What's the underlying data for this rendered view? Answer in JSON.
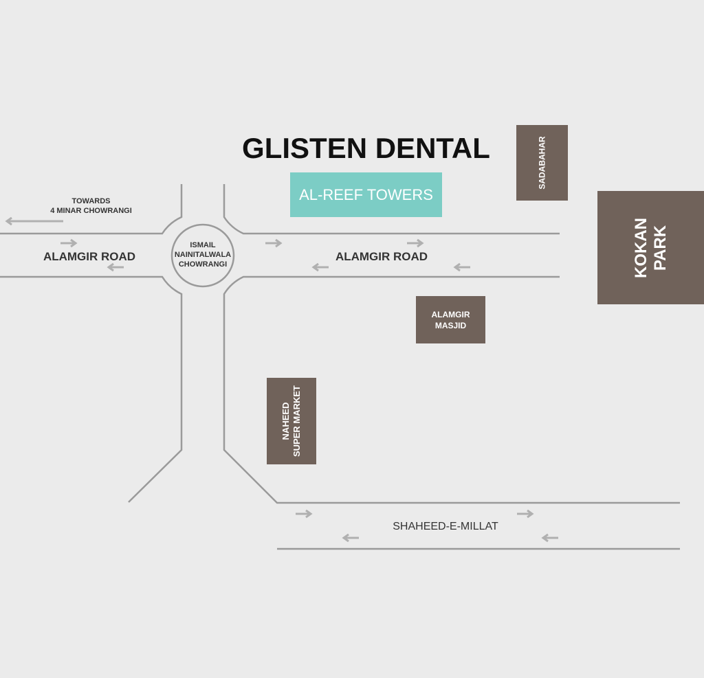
{
  "title": "GLISTEN DENTAL",
  "landmarks": {
    "al_reef": "AL-REEF TOWERS",
    "sadabahar": "SADABAHAR",
    "kokan_park_1": "KOKAN",
    "kokan_park_2": "PARK",
    "alamgir_masjid_1": "ALAMGIR",
    "alamgir_masjid_2": "MASJID",
    "naheed_1": "NAHEED",
    "naheed_2": "SUPER MARKET"
  },
  "roads": {
    "towards_1": "TOWARDS",
    "towards_2": "4 MINAR CHOWRANGI",
    "alamgir_left": "ALAMGIR ROAD",
    "alamgir_right": "ALAMGIR ROAD",
    "shaheed": "SHAHEED-E-MILLAT",
    "roundabout_1": "ISMAIL",
    "roundabout_2": "NAINITALWALA",
    "roundabout_3": "CHOWRANGI"
  },
  "colors": {
    "road": "#9a9a9a",
    "building": "#70625a",
    "highlight": "#7ccdc5",
    "arrow": "#b0b0b0"
  }
}
